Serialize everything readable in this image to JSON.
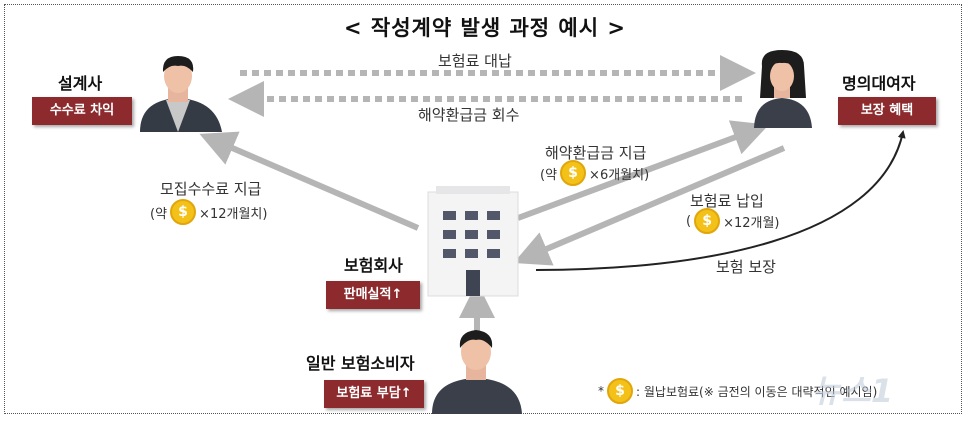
{
  "title": "< 작성계약 발생 과정 예시 >",
  "actors": {
    "designer": {
      "name": "설계사",
      "badge": "수수료 차익"
    },
    "nominee": {
      "name": "명의대여자",
      "badge": "보장 혜택"
    },
    "insurer": {
      "name": "보험회사",
      "badge": "판매실적↑"
    },
    "consumer": {
      "name": "일반 보험소비자",
      "badge": "보험료 부담↑"
    }
  },
  "flows": {
    "premium_proxy": "보험료 대납",
    "refund_collect": "해약환급금 회수",
    "refund_pay": "해약환급금 지급",
    "refund_pay_detail": {
      "prefix": "(약",
      "suffix": "×6개월치)"
    },
    "commission": "모집수수료 지급",
    "commission_detail": {
      "prefix": "(약",
      "suffix": "×12개월치)"
    },
    "premium_pay": "보험료 납입",
    "premium_pay_detail": {
      "prefix": "(",
      "suffix": "×12개월)"
    },
    "coverage": "보험 보장"
  },
  "legend": {
    "marker": "*",
    "coin_symbol": "$",
    "text": ": 월납보험료(※ 금전의 이동은 대략적인 예시임)"
  },
  "watermark": "뉴스1",
  "colors": {
    "badge": "#8c2a2e",
    "coin": "#f4c118",
    "arrow": "#b5b5b5",
    "dark_arrow": "#222222"
  }
}
